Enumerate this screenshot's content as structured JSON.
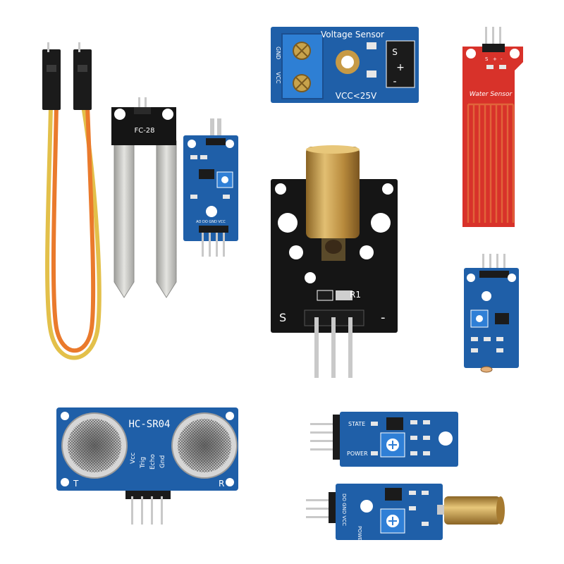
{
  "colors": {
    "background": "#ffffff",
    "pcb_blue": "#1f5fa8",
    "pcb_blue_dark": "#174a86",
    "pcb_black": "#151515",
    "pcb_red": "#d8322a",
    "trace_copper": "#e1643a",
    "header_black": "#1b1b1b",
    "pin_silver": "#c9c9c9",
    "brass": "#c79a45",
    "wire_orange": "#ea7a2c",
    "wire_yellow": "#e3c04a",
    "probe_steel": "#c8c8c4",
    "screw_terminal_blue": "#2e7fd4",
    "trimpot_blue": "#2f7fd6"
  },
  "modules": {
    "voltage_sensor": {
      "title": "Voltage Sensor",
      "limit": "VCC<25V",
      "gnd": "GND",
      "vcc": "VCC",
      "pin_s": "S",
      "pin_plus": "+",
      "pin_minus": "-"
    },
    "water_sensor": {
      "title": "Water Sensor",
      "pin_s": "S",
      "pin_plus": "+",
      "pin_minus": "-"
    },
    "soil_probe": {
      "label": "FC-28"
    },
    "soil_comparator": {
      "pins": "AO DO GND VCC"
    },
    "laser": {
      "pin_s": "S",
      "pin_minus": "-",
      "r_label": "R1"
    },
    "ultrasonic": {
      "title": "HC-SR04",
      "transmitter": "T",
      "receiver": "R",
      "pin_vcc": "Vcc",
      "pin_trig": "Trig",
      "pin_echo": "Echo",
      "pin_gnd": "Gnd"
    },
    "ir_module": {
      "state": "STATE",
      "power": "POWER"
    },
    "tilt_module": {
      "pins": "DO GND VCC",
      "power": "POWER"
    }
  }
}
